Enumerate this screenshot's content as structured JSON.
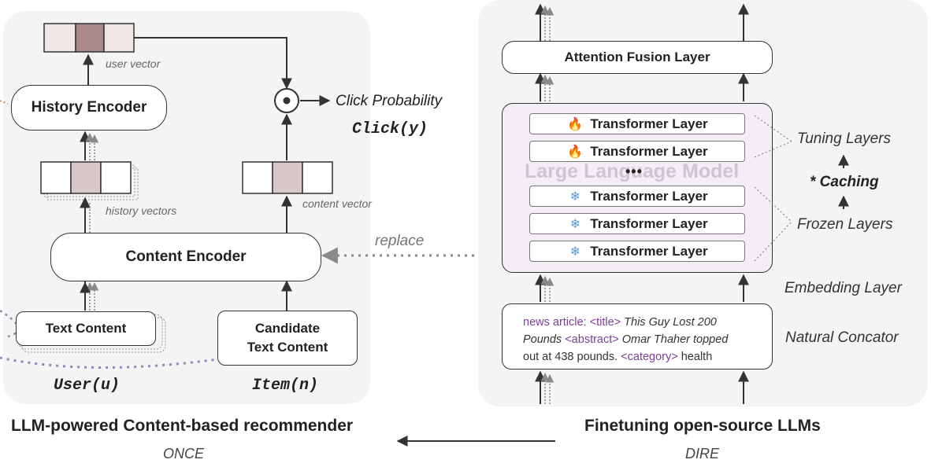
{
  "left": {
    "user_vector_label": "user vector",
    "history_encoder": "History Encoder",
    "history_vectors_label": "history vectors",
    "content_encoder": "Content Encoder",
    "text_content": "Text Content",
    "candidate_line1": "Candidate",
    "candidate_line2": "Text Content",
    "content_vector_label": "content vector",
    "click_probability": "Click Probability",
    "click_formula": "Click(y)",
    "user_formula": "User(u)",
    "item_formula": "Item(n)",
    "replace_label": "replace"
  },
  "right": {
    "attention_fusion": "Attention Fusion Layer",
    "llm_watermark": "Large Language Model",
    "ellipsis": "•••",
    "transformer_layers": [
      {
        "label": "Transformer Layer",
        "icon": "fire-icon",
        "kind": "tuning"
      },
      {
        "label": "Transformer Layer",
        "icon": "fire-icon",
        "kind": "tuning"
      },
      {
        "label": "Transformer Layer",
        "icon": "snowflake-icon",
        "kind": "frozen"
      },
      {
        "label": "Transformer Layer",
        "icon": "snowflake-icon",
        "kind": "frozen"
      },
      {
        "label": "Transformer Layer",
        "icon": "snowflake-icon",
        "kind": "frozen"
      }
    ],
    "tuning_layers": "Tuning Layers",
    "caching": "* Caching",
    "frozen_layers": "Frozen Layers",
    "embedding_layer": "Embedding Layer",
    "natural_concator": "Natural Concator",
    "input": {
      "p1": "news article: ",
      "t1": "<title>",
      "p2": " This Guy Lost 200",
      "p3": "Pounds ",
      "t2": "<abstract>",
      "p4": " Omar Thaher topped",
      "p5": "out at 438 pounds. ",
      "t3": "<category>",
      "p6": " health"
    }
  },
  "bottom": {
    "left_title": "LLM-powered Content-based recommender",
    "left_subtitle": "ONCE",
    "right_title": "Finetuning open-source LLMs",
    "right_subtitle": "DIRE"
  },
  "colors": {
    "panel": "#f4f4f4",
    "llm_block": "#f3eef6",
    "vector_light": "#f0e6e6",
    "vector_mid": "#d9c8c8",
    "vector_dark": "#a88888",
    "prompt_tag": "#7b3f9a",
    "dotted_arrow": "#8a8a8a",
    "fire": "#d9453c",
    "snow": "#5b9bd5"
  }
}
